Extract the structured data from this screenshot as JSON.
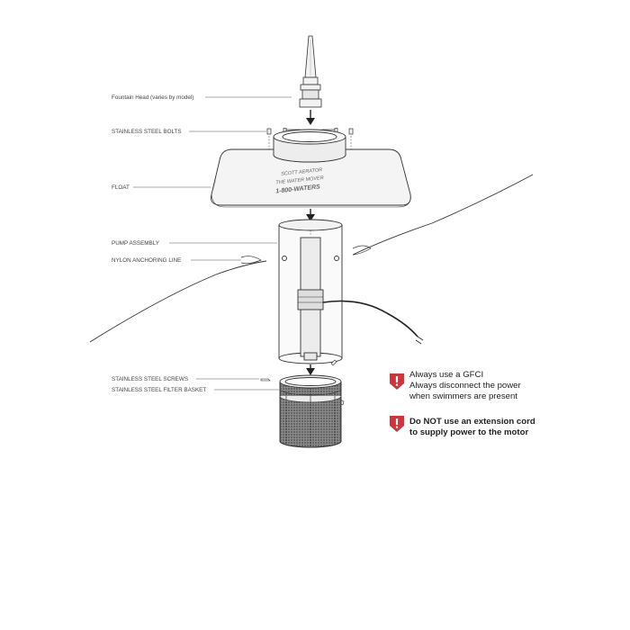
{
  "labels": {
    "fountain_head": "Fountain Head (varies by model)",
    "bolts": "STAINLESS STEEL BOLTS",
    "float": "FLOAT",
    "pump_assembly": "PUMP ASSEMBLY",
    "anchoring_line": "NYLON ANCHORING LINE",
    "screws": "STAINLESS STEEL SCREWS",
    "filter_basket": "STAINLESS STEEL FILTER BASKET"
  },
  "float_print": {
    "line1": "SCOTT AERATOR",
    "line2": "THE WATER MOVER",
    "line3": "1-800-WATERS"
  },
  "warnings": [
    {
      "lines": [
        "Always use a GFCI",
        "Always disconnect the power",
        "when swimmers are present"
      ]
    },
    {
      "lines": [
        "Do NOT use an extension cord",
        "to supply power to the motor"
      ]
    }
  ],
  "colors": {
    "warning": "#d0333a",
    "line": "#333333",
    "fill": "#f4f4f4"
  }
}
